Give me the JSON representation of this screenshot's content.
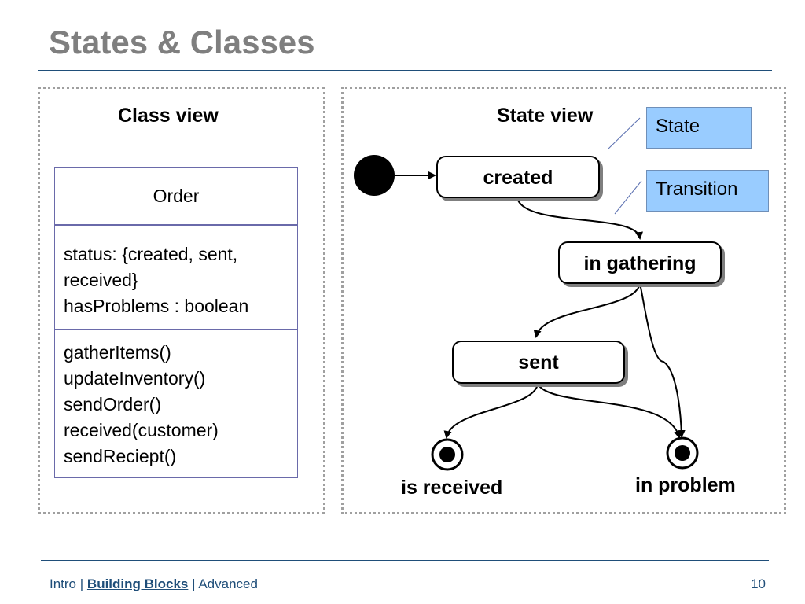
{
  "slide": {
    "title": "States & Classes",
    "page_number": "10"
  },
  "class_view": {
    "title": "Class view",
    "class_name": "Order",
    "attributes": [
      "status: {created, sent,",
      "received}",
      "hasProblems : boolean"
    ],
    "operations": [
      "gatherItems()",
      "updateInventory()",
      "sendOrder()",
      "received(customer)",
      "sendReciept()"
    ]
  },
  "state_view": {
    "title": "State view",
    "states": {
      "created": "created",
      "in_gathering": "in gathering",
      "sent": "sent"
    },
    "final_states": {
      "is_received": "is received",
      "in_problem": "in problem"
    },
    "callouts": {
      "state": "State",
      "transition": "Transition"
    },
    "callout_color": "#99ccff"
  },
  "footer": {
    "item_intro": "Intro",
    "separator": "|",
    "item_building_blocks": "Building Blocks",
    "item_advanced": "Advanced",
    "color": "#1f4e79"
  }
}
